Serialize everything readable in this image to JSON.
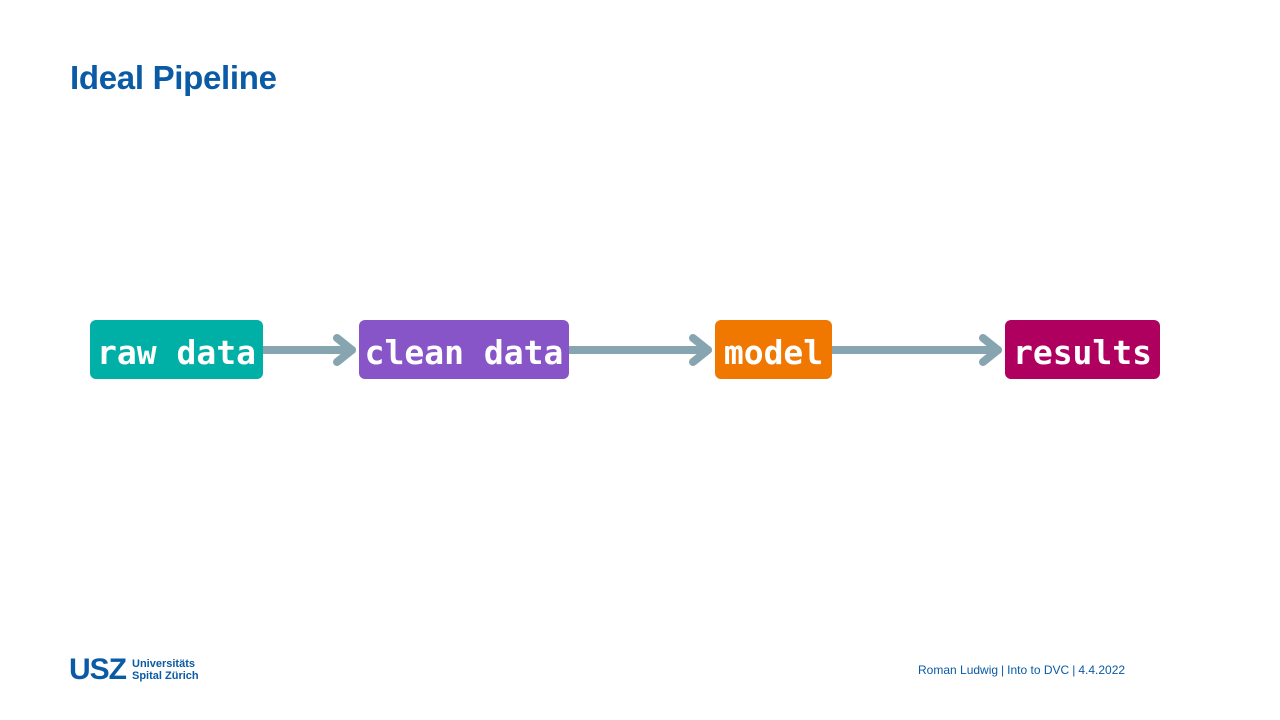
{
  "slide": {
    "title": "Ideal Pipeline"
  },
  "pipeline": {
    "nodes": [
      {
        "label": "raw data",
        "color": "#00b0a6"
      },
      {
        "label": "clean data",
        "color": "#8755c8"
      },
      {
        "label": "model",
        "color": "#f07800"
      },
      {
        "label": "results",
        "color": "#b0005f"
      }
    ],
    "arrow_color": "#87a5b0"
  },
  "logo": {
    "mark": "USZ",
    "line1": "Universitäts",
    "line2": "Spital Zürich"
  },
  "footer": {
    "author": "Roman Ludwig",
    "talk": "Into to DVC",
    "date": "4.4.2022",
    "separator": "|"
  }
}
